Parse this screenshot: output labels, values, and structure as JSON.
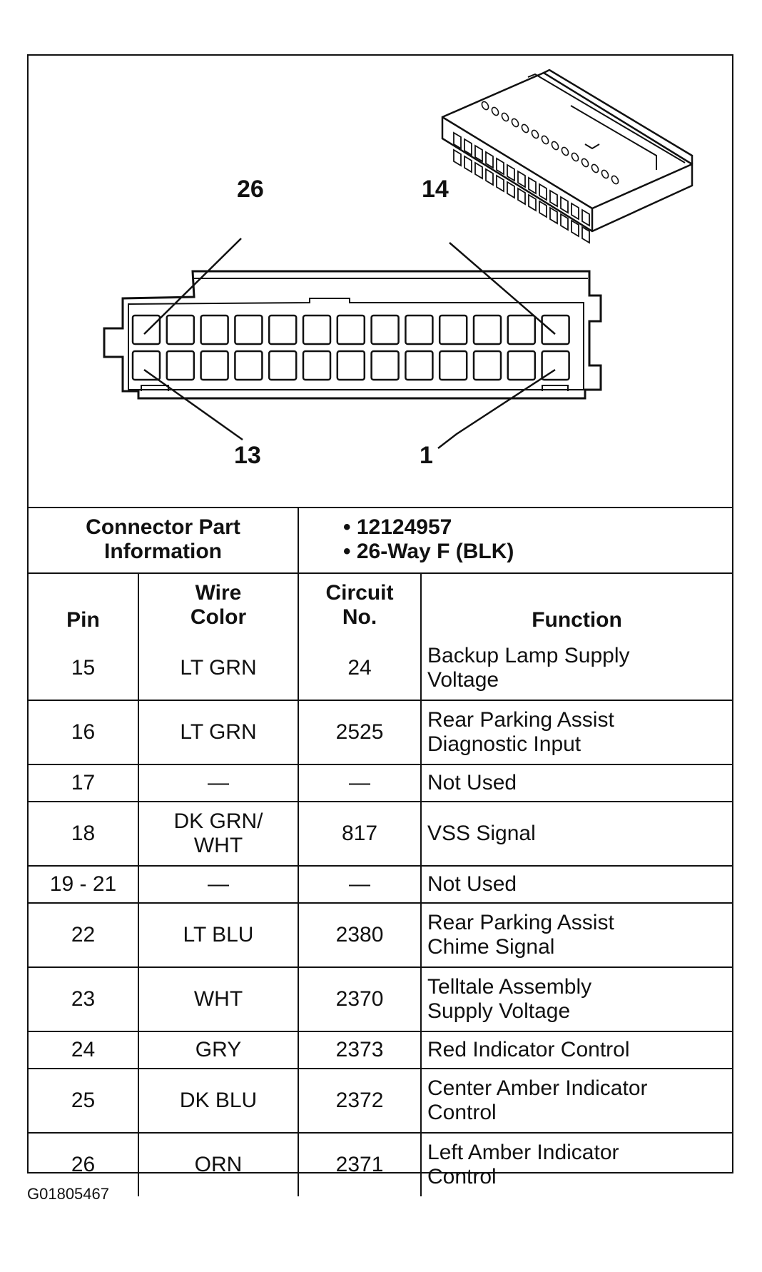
{
  "diagram": {
    "pin_labels": [
      "26",
      "14",
      "13",
      "1"
    ]
  },
  "part_info": {
    "label_line1": "Connector Part",
    "label_line2": "Information",
    "items": [
      "• 12124957",
      "• 26-Way F (BLK)"
    ]
  },
  "table": {
    "headers": {
      "pin": "Pin",
      "wire_color_1": "Wire",
      "wire_color_2": "Color",
      "circuit_1": "Circuit",
      "circuit_2": "No.",
      "function": "Function"
    },
    "rows": [
      {
        "pin": "15",
        "color": [
          "LT GRN"
        ],
        "circuit": "24",
        "function": [
          "Backup Lamp Supply",
          "Voltage"
        ]
      },
      {
        "pin": "16",
        "color": [
          "LT GRN"
        ],
        "circuit": "2525",
        "function": [
          "Rear Parking Assist",
          "Diagnostic Input"
        ]
      },
      {
        "pin": "17",
        "color": [
          "—"
        ],
        "circuit": "—",
        "function": [
          "Not Used"
        ]
      },
      {
        "pin": "18",
        "color": [
          "DK GRN/",
          "WHT"
        ],
        "circuit": "817",
        "function": [
          "VSS Signal"
        ]
      },
      {
        "pin": "19 - 21",
        "color": [
          "—"
        ],
        "circuit": "—",
        "function": [
          "Not Used"
        ]
      },
      {
        "pin": "22",
        "color": [
          "LT BLU"
        ],
        "circuit": "2380",
        "function": [
          "Rear Parking Assist",
          "Chime Signal"
        ]
      },
      {
        "pin": "23",
        "color": [
          "WHT"
        ],
        "circuit": "2370",
        "function": [
          "Telltale Assembly",
          "Supply Voltage"
        ]
      },
      {
        "pin": "24",
        "color": [
          "GRY"
        ],
        "circuit": "2373",
        "function": [
          "Red Indicator Control"
        ]
      },
      {
        "pin": "25",
        "color": [
          "DK BLU"
        ],
        "circuit": "2372",
        "function": [
          "Center Amber Indicator",
          "Control"
        ]
      },
      {
        "pin": "26",
        "color": [
          "ORN"
        ],
        "circuit": "2371",
        "function": [
          "Left Amber Indicator",
          "Control"
        ]
      }
    ]
  },
  "figure_code": "G01805467"
}
